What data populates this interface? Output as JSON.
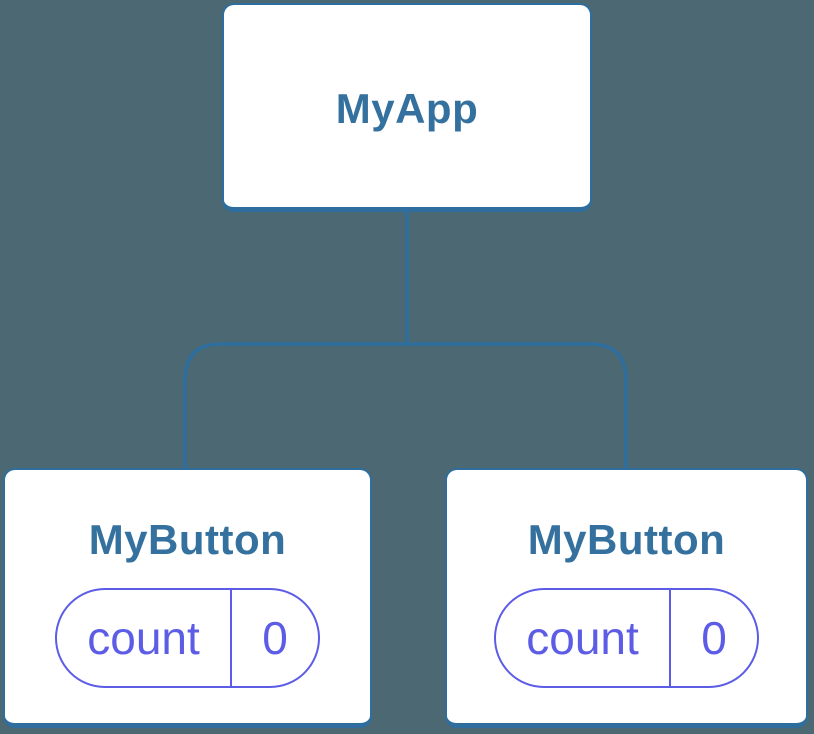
{
  "diagram": {
    "type": "component-tree",
    "background_color": "#4C6872",
    "connector_color": "#2E6E9E",
    "node_border_color": "#2E6E9E",
    "node_fill_color": "#FFFFFF",
    "node_label_color": "#35719E",
    "state_pill_color": "#5C5CE6"
  },
  "nodes": {
    "root": {
      "label": "MyApp"
    },
    "children": [
      {
        "label": "MyButton",
        "state_name": "count",
        "state_value": "0"
      },
      {
        "label": "MyButton",
        "state_name": "count",
        "state_value": "0"
      }
    ]
  }
}
